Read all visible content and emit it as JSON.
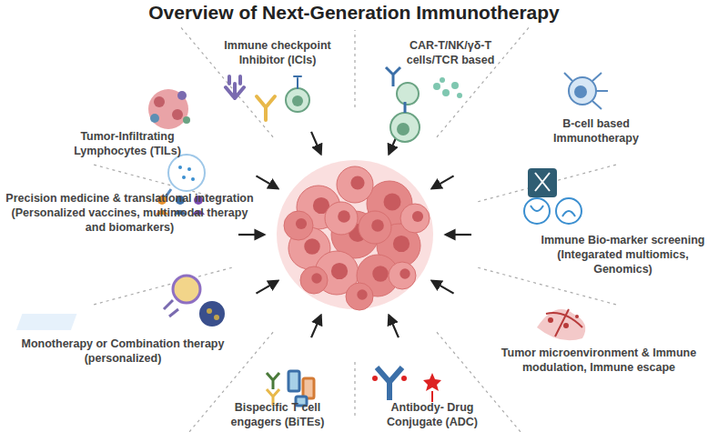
{
  "diagram": {
    "title": "Overview of Next-Generation Immunotherapy",
    "labels": [
      "Immune checkpoint Inhibitor (ICIs)",
      "CAR-T/NK/γδ-T cells/TCR based",
      "Tumor-Infiltrating Lymphocytes (TILs)",
      "B-cell based Immunotherapy",
      "Precision medicine & translational integration (Personalized vaccines, multimodal therapy and biomarkers)",
      "Immune Bio-marker screening (Integarated multiomics, Genomics)",
      "Monotherapy or Combination therapy (personalized)",
      "Tumor microenvironment & Immune modulation, Immune escape",
      "Bispecific T cell engagers (BiTEs)",
      "Antibody- Drug Conjugate (ADC)"
    ]
  }
}
